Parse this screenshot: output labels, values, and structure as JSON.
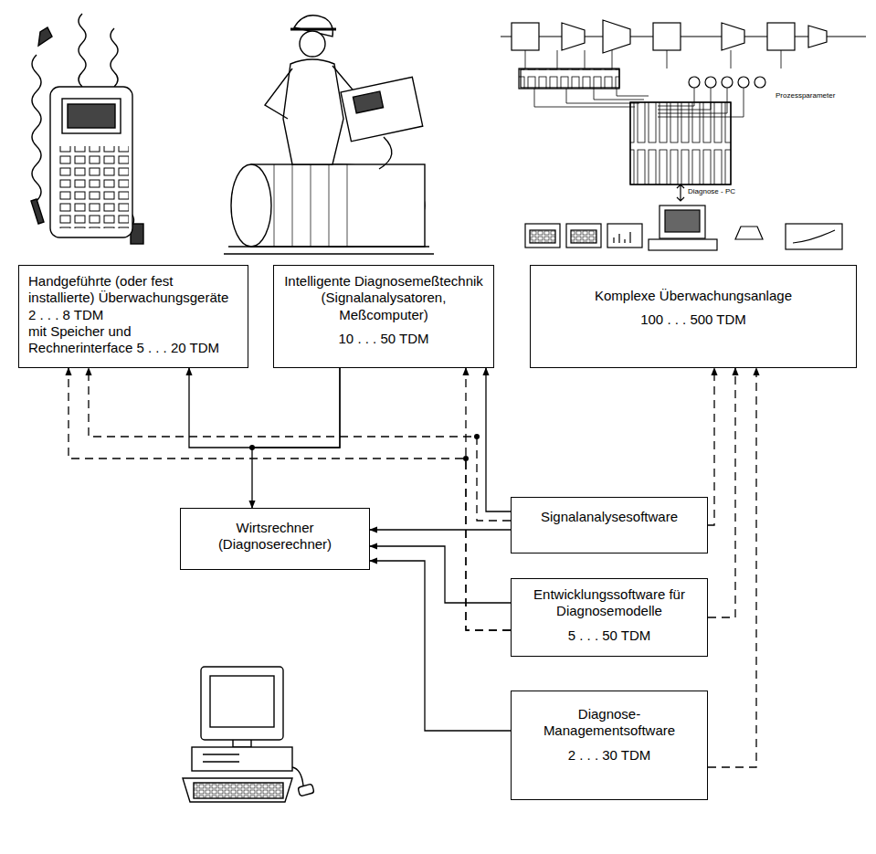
{
  "diagram": {
    "nodes": [
      {
        "text": [
          "Handgeführte (oder fest installierte) Überwachungsgeräte 2 . . . 8 TDM",
          "mit Speicher und Rechnerinterface 5 . . . 20 TDM"
        ]
      },
      {
        "text": [
          "Intelligente Diagnosemeßtechnik (Signalanalysatoren, Meßcomputer)",
          "10 . . . 50 TDM"
        ]
      },
      {
        "text": [
          "Komplexe Überwachungsanlage",
          "100 . . . 500 TDM"
        ]
      },
      {
        "text": [
          "Wirtsrechner (Diagnoserechner)"
        ]
      },
      {
        "text": [
          "Signalanalysesoftware"
        ]
      },
      {
        "text": [
          "Entwicklungssoftware für Diagnosemodelle",
          "5 . . . 50 TDM"
        ]
      },
      {
        "text": [
          "Diagnose-Managementsoftware",
          "2 . . . 30 TDM"
        ]
      }
    ],
    "edges": [
      {
        "from": 1,
        "to": 0,
        "arrow": "to"
      },
      {
        "from": 1,
        "to": 3,
        "arrow": "to"
      },
      {
        "from": 4,
        "to": 3,
        "arrow": "to"
      },
      {
        "from": 4,
        "to": 1,
        "arrow": "to"
      },
      {
        "from": 4,
        "to": 0,
        "arrow": "to"
      },
      {
        "from": 4,
        "to": 2,
        "arrow": "to"
      },
      {
        "from": 5,
        "to": 3,
        "arrow": "to"
      },
      {
        "from": 5,
        "to": 1,
        "arrow": "to"
      },
      {
        "from": 5,
        "to": 0,
        "arrow": "to"
      },
      {
        "from": 5,
        "to": 2,
        "arrow": "to"
      },
      {
        "from": 6,
        "to": 3,
        "arrow": "to"
      },
      {
        "from": 6,
        "to": 2,
        "arrow": "to"
      }
    ],
    "labels": [
      "Prozessparameter",
      "Diagnose - PC"
    ]
  }
}
